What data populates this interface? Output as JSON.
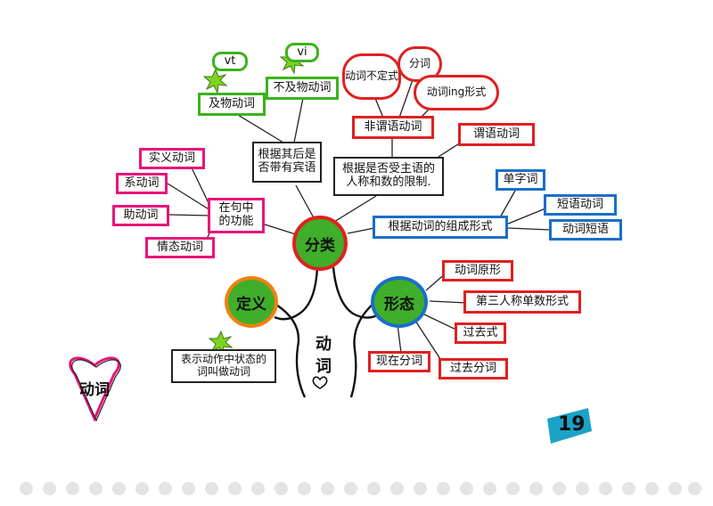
{
  "title": "动词",
  "page_number": "19",
  "trunk_text": [
    "动",
    "词"
  ],
  "hubs": {
    "classify": "分类",
    "definition": "定义",
    "forms": "形态"
  },
  "definition_text": "表示动作中状态的词叫做动词",
  "classify_branches": {
    "function": {
      "label": "在句中的功能",
      "items": [
        "实义动词",
        "系动词",
        "助动词",
        "情态动词"
      ]
    },
    "object": {
      "label": "根据其后是否带有宾语",
      "items": [
        "及物动词",
        "不及物动词"
      ],
      "tags": [
        "vt",
        "vi"
      ]
    },
    "finite": {
      "label": "根据是否受主语的人称和数的限制.",
      "items": [
        "非谓语动词",
        "谓语动词"
      ],
      "nonfinite_forms": [
        "动词不定式",
        "分词",
        "动词ing形式"
      ]
    },
    "composition": {
      "label": "根据动词的组成形式",
      "items": [
        "单字词",
        "短语动词",
        "动词短语"
      ]
    }
  },
  "forms_items": [
    "动词原形",
    "第三人称单数形式",
    "过去式",
    "过去分词",
    "现在分词"
  ],
  "colors": {
    "pink": "#e8157a",
    "red": "#e02020",
    "blue": "#1a6ec9",
    "green": "#3bb31a",
    "hub_fill": "#3fae2a",
    "star": "#7ed321",
    "page_badge": "#1aa3c8"
  }
}
